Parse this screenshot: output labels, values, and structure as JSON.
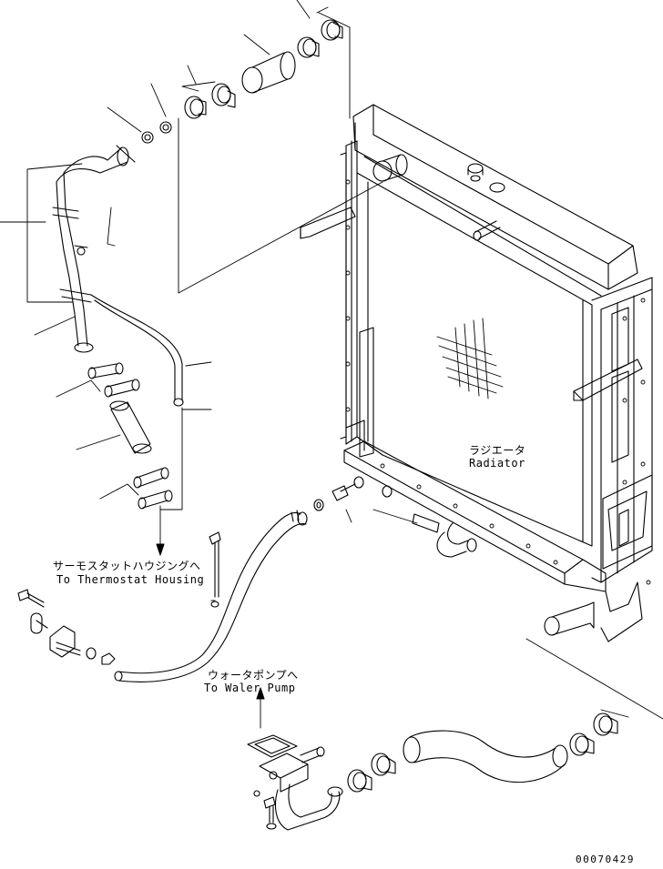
{
  "labels": {
    "radiator_jp": "ラジエータ",
    "radiator_en": "Radiator",
    "thermostat_jp": "サーモスタットハウジングへ",
    "thermostat_en": "To Thermostat Housing",
    "water_pump_jp": "ウォータポンプへ",
    "water_pump_en": "To Waler Pump"
  },
  "document_number": "00070429"
}
